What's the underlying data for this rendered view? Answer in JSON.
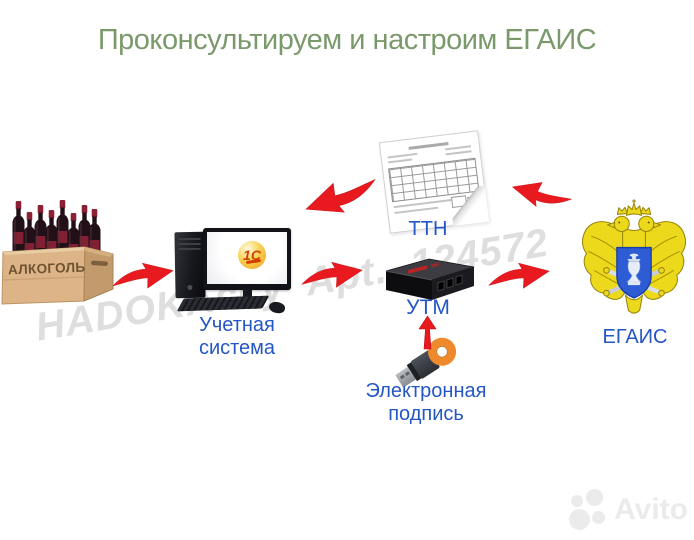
{
  "title": "Проконсультируем и настроим ЕГАИС",
  "diagram": {
    "nodes": {
      "alcohol": {
        "label": "АЛКОГОЛЬ",
        "description": "crate of wine bottles"
      },
      "accounting": {
        "label": "Учетная система",
        "screen_logo": "1С"
      },
      "ttn": {
        "label": "ТТН"
      },
      "utm": {
        "label": "УТМ"
      },
      "signature": {
        "label": "Электронная подпись"
      },
      "egais": {
        "label": "ЕГАИС"
      }
    },
    "connections": [
      {
        "from": "alcohol",
        "to": "accounting"
      },
      {
        "from": "accounting",
        "to": "utm"
      },
      {
        "from": "ttn",
        "to": "accounting"
      },
      {
        "from": "egais",
        "to": "ttn"
      },
      {
        "from": "utm",
        "to": "egais"
      },
      {
        "from": "signature",
        "to": "utm"
      }
    ]
  },
  "watermarks": {
    "seller": "HADOKAccy Apt. 124572",
    "brand": "Avito"
  },
  "colors": {
    "title_green": "#7a9a6b",
    "label_blue": "#2456c6",
    "arrow_red": "#e8191f",
    "crate_tan": "#dcb488",
    "eagle_gold": "#ecd91b",
    "shield_blue": "#2e5cd5",
    "token_orange": "#ee8a2b"
  }
}
